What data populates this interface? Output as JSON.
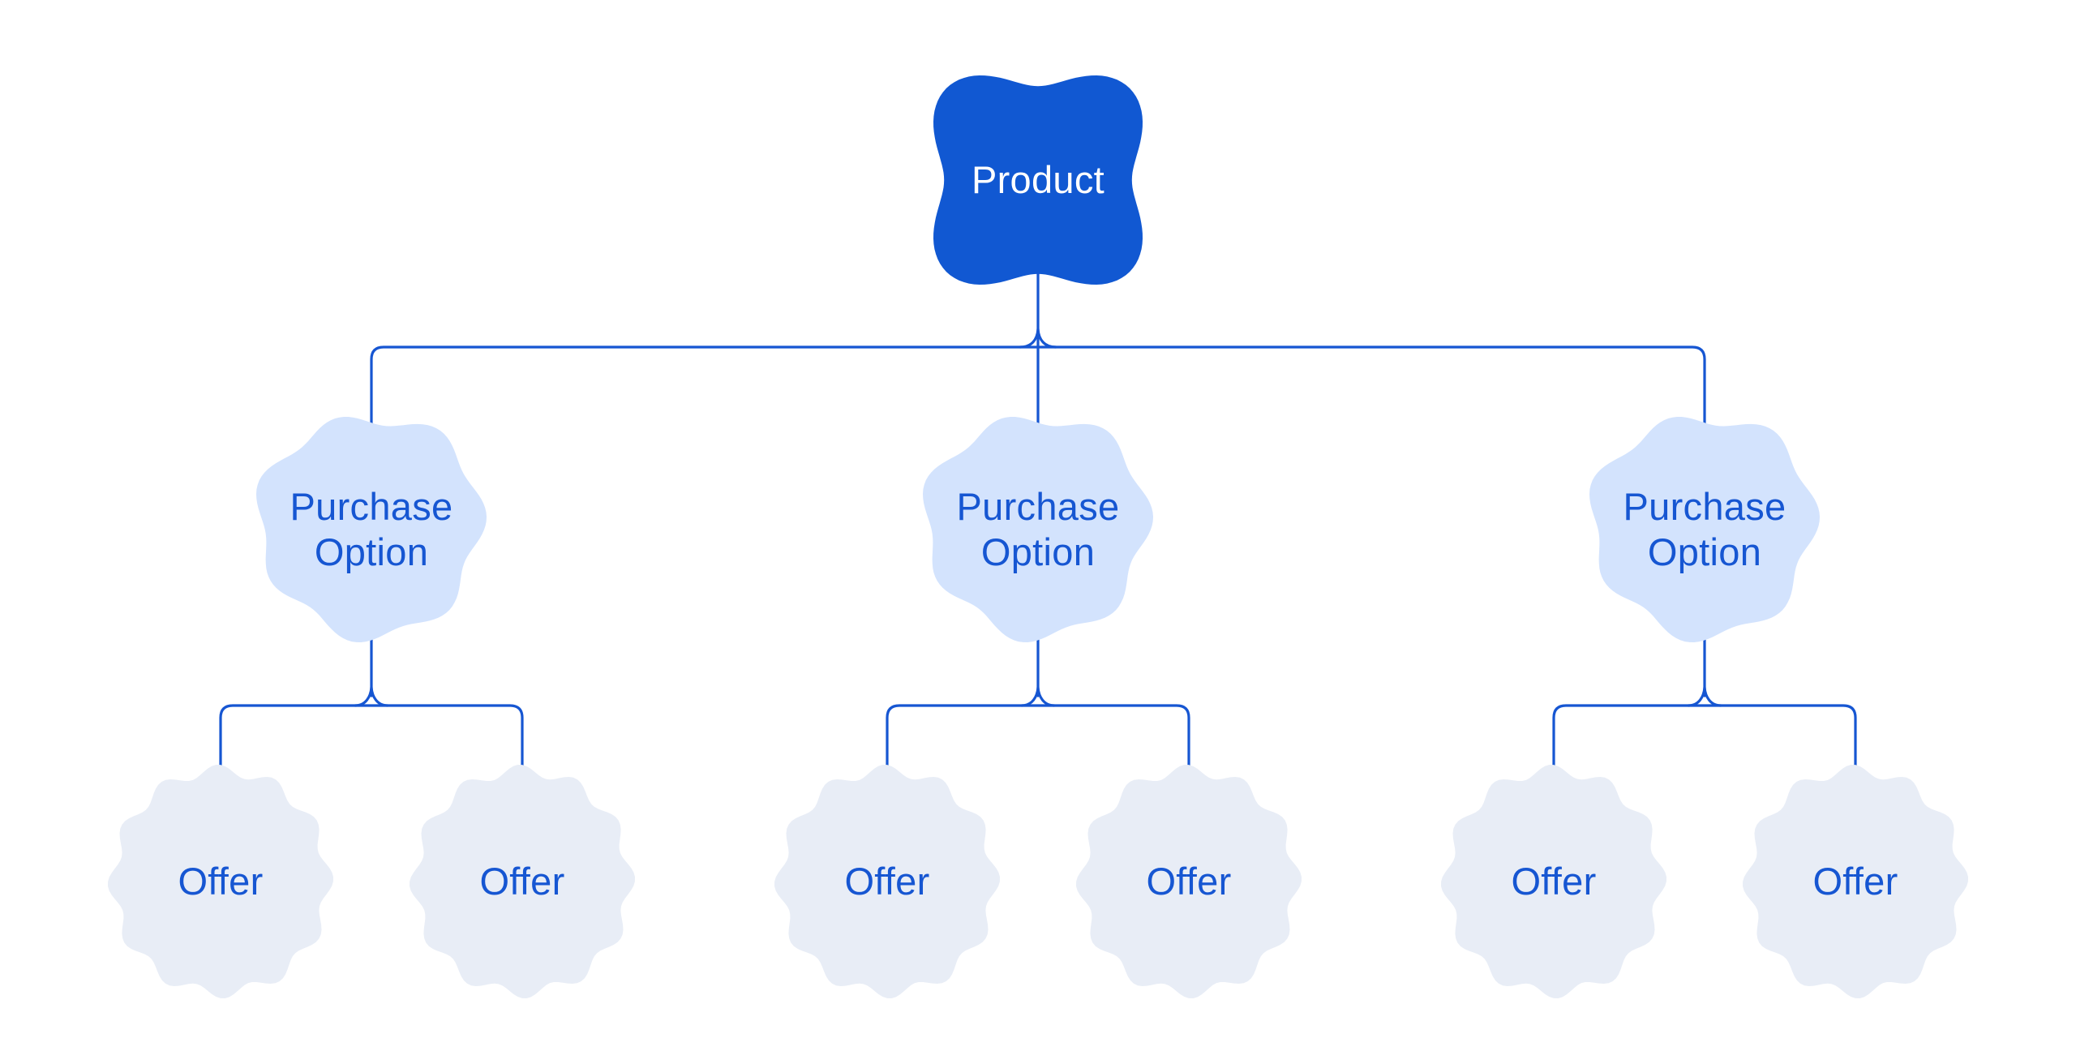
{
  "colors": {
    "background": "#ffffff",
    "product_fill": "#1158d2",
    "product_text": "#ffffff",
    "purchase_option_fill": "#d3e3fd",
    "offer_fill": "#e8edf6",
    "label_text": "#1656d2",
    "connector": "#1656d2"
  },
  "nodes": {
    "product": {
      "label": "Product"
    },
    "purchase_options": [
      {
        "label": "Purchase Option"
      },
      {
        "label": "Purchase Option"
      },
      {
        "label": "Purchase Option"
      }
    ],
    "offers": [
      {
        "label": "Offer"
      },
      {
        "label": "Offer"
      },
      {
        "label": "Offer"
      },
      {
        "label": "Offer"
      },
      {
        "label": "Offer"
      },
      {
        "label": "Offer"
      }
    ]
  }
}
